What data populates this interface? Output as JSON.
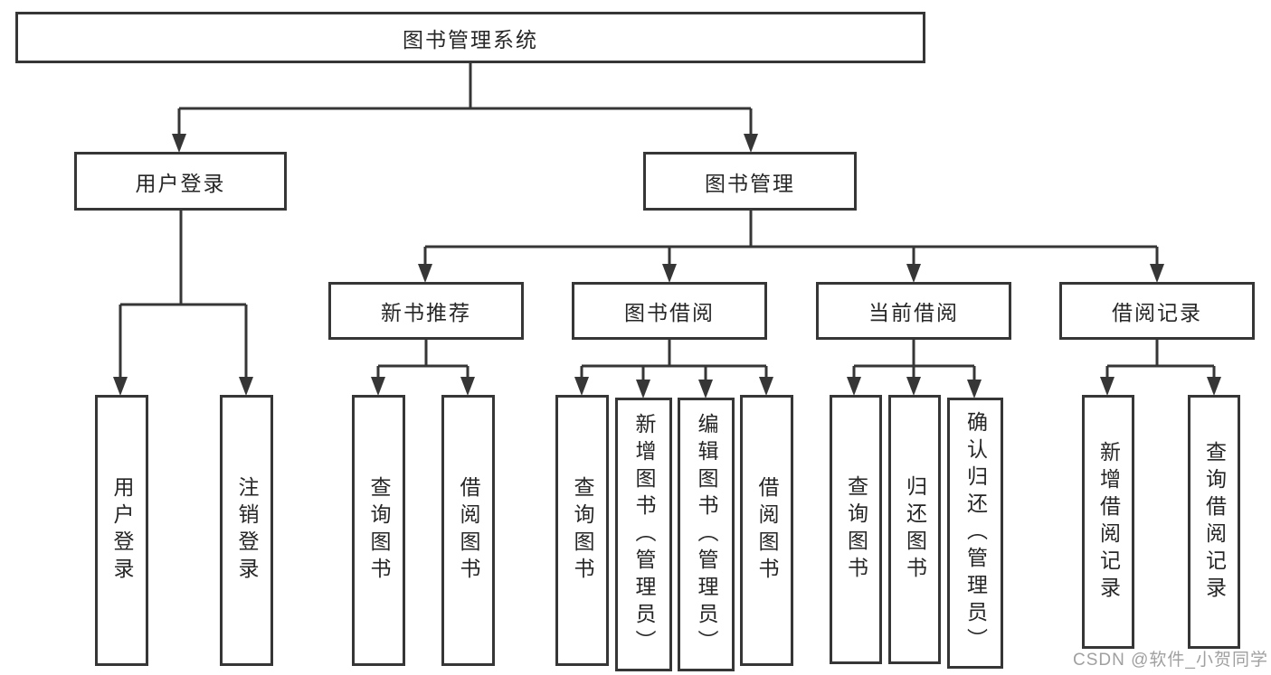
{
  "colors": {
    "line": "#363636",
    "box_border": "#363636",
    "text": "#262626",
    "watermark": "#a0a0a0",
    "background": "#ffffff"
  },
  "tree": {
    "root": {
      "label": "图书管理系统",
      "children": [
        {
          "label": "用户登录",
          "children": [
            {
              "label": "用户登录"
            },
            {
              "label": "注销登录"
            }
          ]
        },
        {
          "label": "图书管理",
          "children": [
            {
              "label": "新书推荐",
              "children": [
                {
                  "label": "查询图书"
                },
                {
                  "label": "借阅图书"
                }
              ]
            },
            {
              "label": "图书借阅",
              "children": [
                {
                  "label": "查询图书"
                },
                {
                  "label": "新增图书（管理员）"
                },
                {
                  "label": "编辑图书（管理员）"
                },
                {
                  "label": "借阅图书"
                }
              ]
            },
            {
              "label": "当前借阅",
              "children": [
                {
                  "label": "查询图书"
                },
                {
                  "label": "归还图书"
                },
                {
                  "label": "确认归还（管理员）"
                }
              ]
            },
            {
              "label": "借阅记录",
              "children": [
                {
                  "label": "新增借阅记录"
                },
                {
                  "label": "查询借阅记录"
                }
              ]
            }
          ]
        }
      ]
    }
  },
  "watermark": "CSDN @软件_小贺同学"
}
